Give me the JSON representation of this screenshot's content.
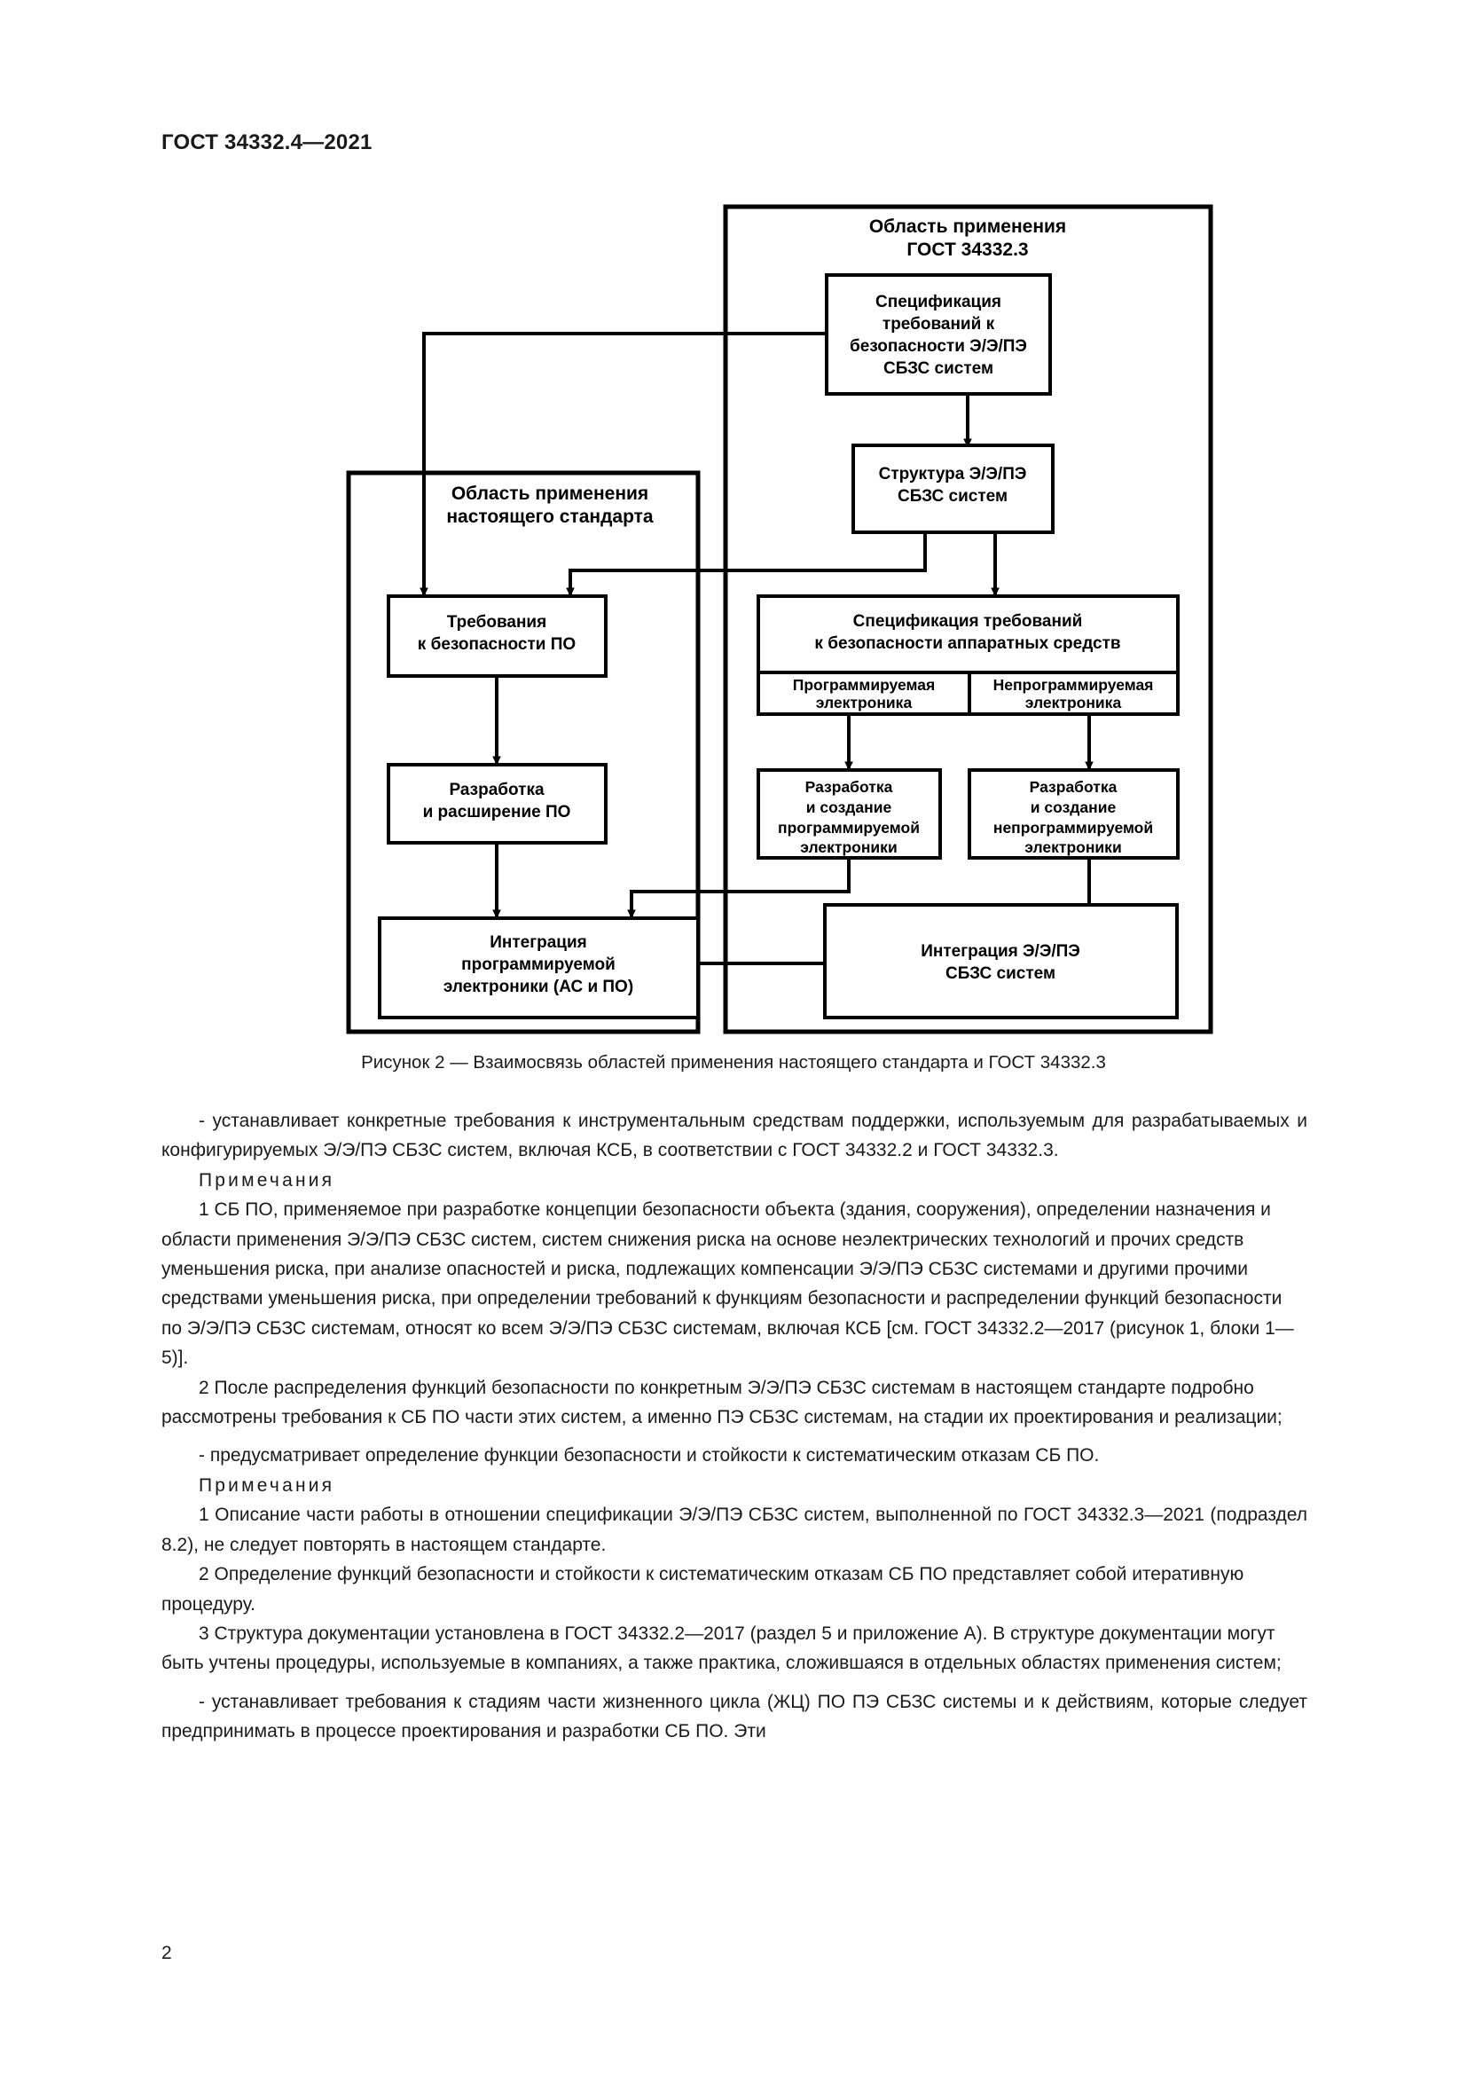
{
  "header": {
    "standard_title": "ГОСТ 34332.4—2021"
  },
  "page_number": "2",
  "figure": {
    "caption": "Рисунок 2 — Взаимосвязь областей применения настоящего стандарта и ГОСТ 34332.3",
    "right_panel_title_line1": "Область применения",
    "right_panel_title_line2": "ГОСТ 34332.3",
    "left_panel_title_line1": "Область применения",
    "left_panel_title_line2": "настоящего стандарта",
    "boxes": {
      "spec_safety_req": [
        "Спецификация",
        "требований к",
        "безопасности Э/Э/ПЭ",
        "СБЗС систем"
      ],
      "structure_systems": [
        "Структура Э/Э/ПЭ",
        "СБЗС систем"
      ],
      "software_safety_req": [
        "Требования",
        "к безопасности ПО"
      ],
      "software_dev": [
        "Разработка",
        "и расширение ПО"
      ],
      "integration_pe": [
        "Интеграция",
        "программируемой",
        "электроники (АС и ПО)"
      ],
      "hardware_spec": [
        "Спецификация требований",
        "к безопасности аппаратных средств"
      ],
      "programmable_electronics": [
        "Программируемая",
        "электроника"
      ],
      "nonprogrammable_electronics": [
        "Непрограммируемая",
        "электроника"
      ],
      "dev_programmable": [
        "Разработка",
        "и создание",
        "программируемой",
        "электроники"
      ],
      "dev_nonprogrammable": [
        "Разработка",
        "и создание",
        "непрограммируемой",
        "электроники"
      ],
      "integration_systems": [
        "Интеграция Э/Э/ПЭ",
        "СБЗС систем"
      ]
    }
  },
  "body": {
    "para1": "- устанавливает конкретные требования к инструментальным средствам поддержки, используемым для разрабатываемых и конфигурируемых Э/Э/ПЭ СБЗС систем, включая КСБ, в соответствии с ГОСТ 34332.2 и ГОСТ 34332.3.",
    "notes_heading_1": "Примечания",
    "note1_1": "1 СБ ПО, применяемое при разработке концепции безопасности объекта (здания, сооружения), определении назначения и области применения Э/Э/ПЭ СБЗС систем, систем снижения риска на основе неэлектрических технологий и прочих средств уменьшения риска, при анализе опасностей и риска, подлежащих компенсации Э/Э/ПЭ СБЗС системами и другими прочими средствами уменьшения риска, при определении требований к функциям безопасности и распределении функций безопасности по Э/Э/ПЭ СБЗС системам, относят ко всем Э/Э/ПЭ СБЗС системам, включая КСБ [см. ГОСТ 34332.2—2017 (рисунок 1, блоки 1—5)].",
    "note1_2": "2 После распределения функций безопасности по конкретным Э/Э/ПЭ СБЗС системам в настоящем стандарте подробно рассмотрены требования к СБ ПО части этих систем, а именно ПЭ СБЗС системам, на стадии их проектирования и реализации;",
    "para2": "- предусматривает определение функции безопасности и стойкости к систематическим отказам СБ ПО.",
    "notes_heading_2": "Примечания",
    "note2_1": "1 Описание части работы в отношении спецификации Э/Э/ПЭ СБЗС систем, выполненной по ГОСТ 34332.3—2021 (подраздел 8.2), не следует повторять в настоящем стандарте.",
    "note2_2": "2 Определение функций безопасности и стойкости к систематическим отказам СБ ПО представляет собой итеративную процедуру.",
    "note2_3": "3 Структура документации установлена в ГОСТ 34332.2—2017 (раздел 5 и приложение А). В структуре документации могут быть учтены процедуры, используемые в компаниях, а также практика, сложившаяся в отдельных областях применения систем;",
    "para3": "- устанавливает требования к стадиям части жизненного цикла (ЖЦ) ПО ПЭ СБЗС системы и к действиям, которые следует предпринимать в процессе проектирования и разработки СБ ПО. Эти"
  }
}
